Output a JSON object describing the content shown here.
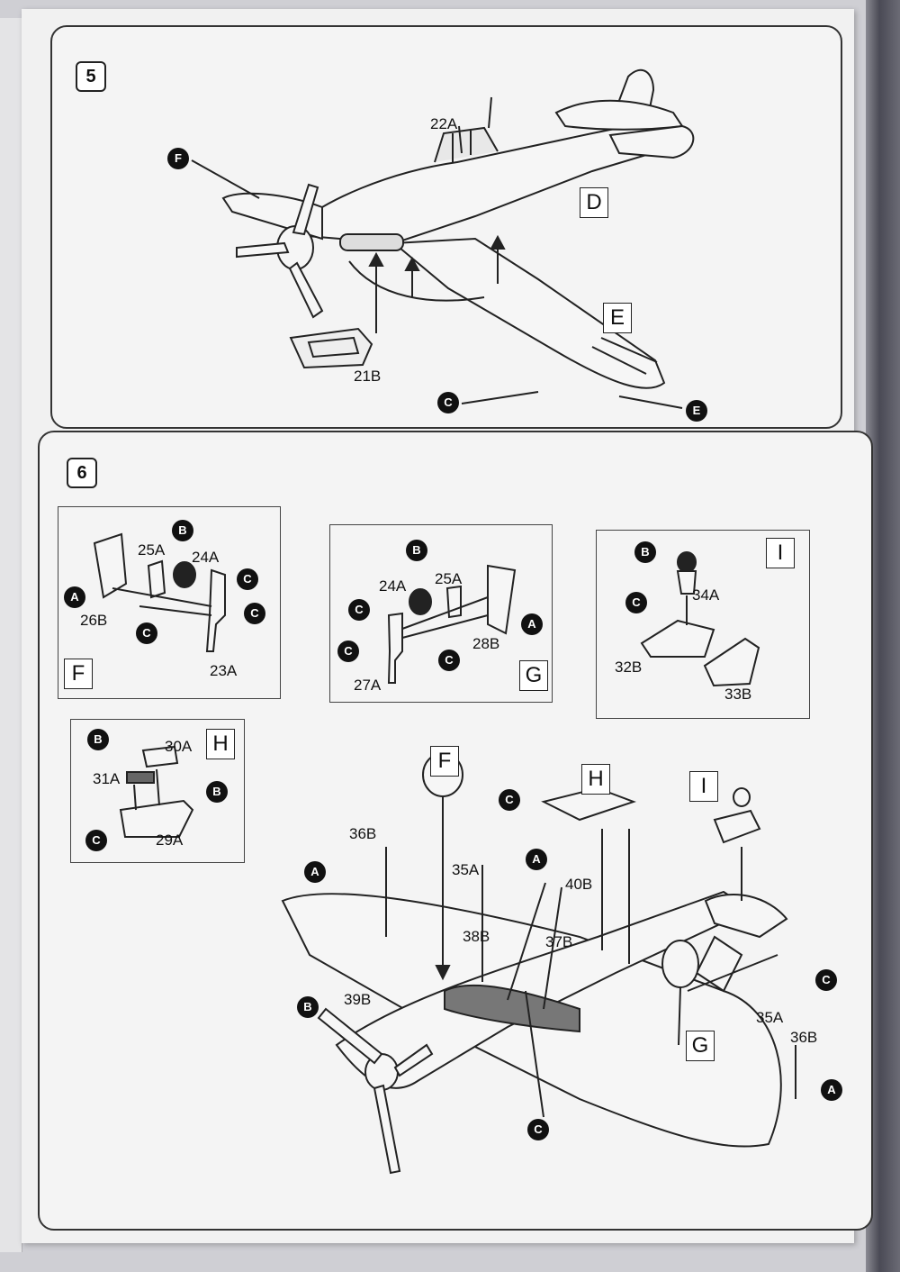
{
  "steps": [
    {
      "number": "5",
      "sub_labels": [
        "D",
        "E"
      ],
      "parts": [
        "22A",
        "21B"
      ],
      "markers": [
        "F",
        "C",
        "E"
      ]
    },
    {
      "number": "6",
      "insets": [
        {
          "label": "F",
          "parts": [
            "25A",
            "24A",
            "26B",
            "23A"
          ],
          "markers": [
            "B",
            "A",
            "C",
            "C",
            "C"
          ]
        },
        {
          "label": "G",
          "parts": [
            "24A",
            "25A",
            "28B",
            "27A"
          ],
          "markers": [
            "B",
            "C",
            "A",
            "C",
            "C"
          ]
        },
        {
          "label": "I",
          "parts": [
            "34A",
            "32B",
            "33B"
          ],
          "markers": [
            "B",
            "C"
          ]
        },
        {
          "label": "H",
          "parts": [
            "30A",
            "31A",
            "29A"
          ],
          "markers": [
            "B",
            "B",
            "C"
          ]
        }
      ],
      "main": {
        "sub_labels": [
          "F",
          "H",
          "I",
          "G"
        ],
        "parts": [
          "36B",
          "35A",
          "40B",
          "38B",
          "37B",
          "39B",
          "35A",
          "36B"
        ],
        "markers": [
          "C",
          "A",
          "A",
          "B",
          "C",
          "A",
          "C"
        ]
      }
    }
  ],
  "colors": {
    "ink": "#111111",
    "paper": "#f1f1f1",
    "shade": "#777777"
  }
}
